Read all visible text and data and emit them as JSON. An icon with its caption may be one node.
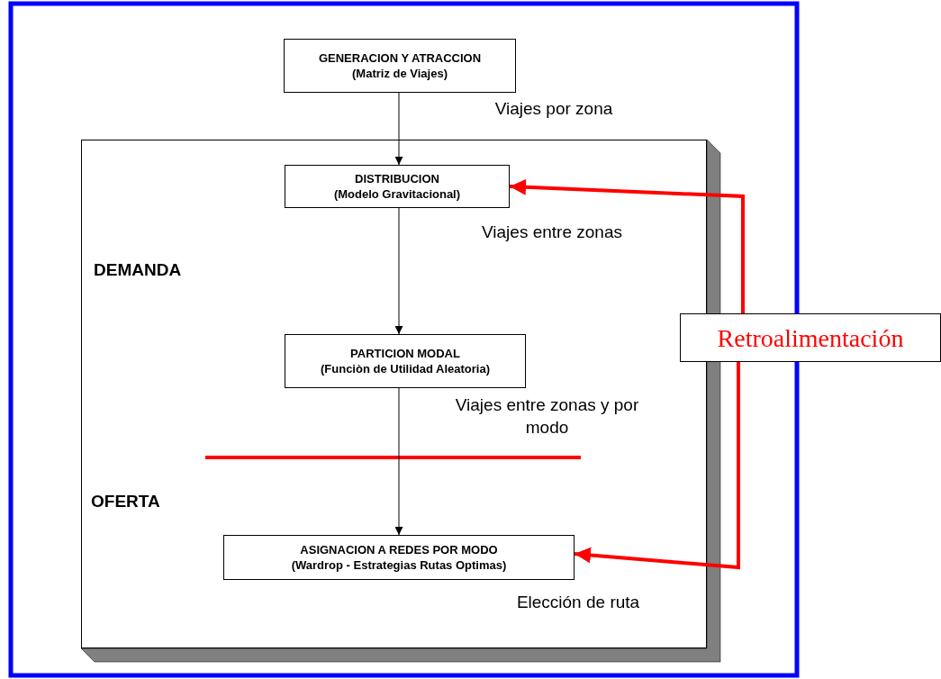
{
  "diagram": {
    "nodes": [
      {
        "text": [
          "DEMANDA",
          "OFERTA"
        ]
      },
      {
        "text": [
          "GENERACION Y ATRACCION",
          "(Matriz de Viajes)"
        ],
        "beside": [
          "Viajes por zona"
        ]
      },
      {
        "text": [
          "DISTRIBUCION",
          "(Modelo Gravitacional)"
        ],
        "in": 0,
        "beside": [
          "Viajes entre zonas"
        ]
      },
      {
        "text": [
          "PARTICION MODAL",
          "(Funciòn de Utilidad Aleatoria)"
        ],
        "in": 0,
        "beside": [
          "Viajes entre zonas y por modo"
        ]
      },
      {
        "text": [
          "ASIGNACION A REDES POR MODO",
          "(Wardrop - Estrategias Rutas Optimas)"
        ],
        "in": 0,
        "beside": [
          "Elección de ruta"
        ]
      },
      {
        "text": [
          "Retroalimentación"
        ]
      }
    ],
    "edges": [
      {
        "from": 1,
        "to": 2,
        "arrow": "to"
      },
      {
        "from": 2,
        "to": 3,
        "arrow": "to"
      },
      {
        "from": 3,
        "to": 4,
        "arrow": "to"
      },
      {
        "from": 5,
        "to": 2,
        "arrow": "to",
        "style": "thick",
        "color": "#ff0000"
      },
      {
        "from": 5,
        "to": 4,
        "arrow": "to",
        "style": "thick",
        "color": "#ff0000"
      }
    ]
  }
}
